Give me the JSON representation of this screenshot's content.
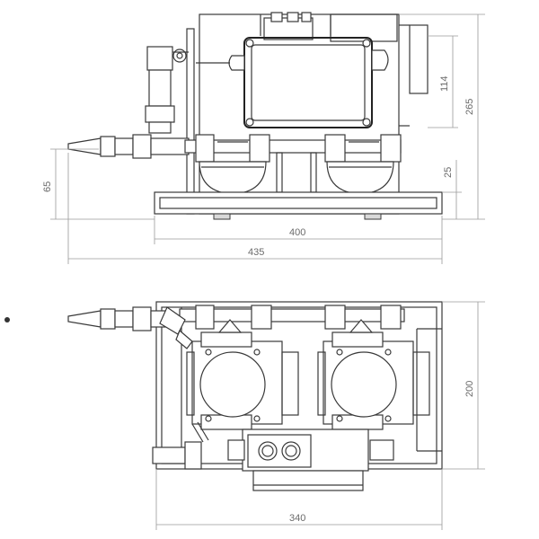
{
  "dimensions": {
    "width_total": "435",
    "width_base": "400",
    "height_total": "265",
    "height_box": "114",
    "height_inlet": "65",
    "height_base": "25",
    "top_width": "340",
    "top_depth": "200"
  },
  "colors": {
    "line": "#3a3a3a",
    "dimension": "#9a9a9a",
    "dimension_text": "#6b6b6b"
  }
}
